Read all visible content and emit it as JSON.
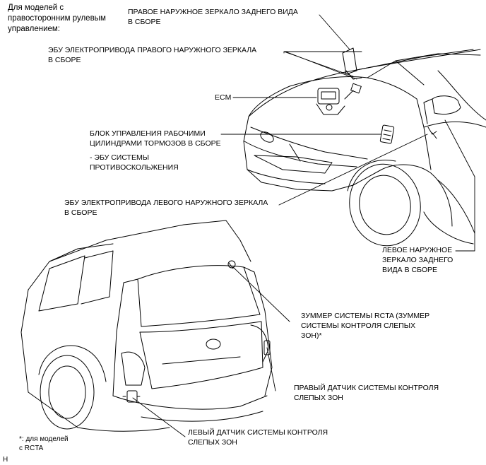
{
  "note": "Для моделей с\nправосторонним рулевым\nуправлением:",
  "labels": {
    "right_mirror": "ПРАВОЕ НАРУЖНОЕ ЗЕРКАЛО ЗАДНЕГО ВИДА\nВ СБОРЕ",
    "right_mirror_ecu": "ЭБУ ЭЛЕКТРОПРИВОДА ПРАВОГО НАРУЖНОГО ЗЕРКАЛА\nВ СБОРЕ",
    "ecm": "ECM",
    "brake_block": "БЛОК УПРАВЛЕНИЯ РАБОЧИМИ\nЦИЛИНДРАМИ ТОРМОЗОВ В СБОРЕ",
    "skid_ecu": "- ЭБУ СИСТЕМЫ\nПРОТИВОСКОЛЬЖЕНИЯ",
    "left_mirror_ecu": "ЭБУ ЭЛЕКТРОПРИВОДА ЛЕВОГО НАРУЖНОГО ЗЕРКАЛА\nВ СБОРЕ",
    "left_mirror": "ЛЕВОЕ НАРУЖНОЕ\nЗЕРКАЛО ЗАДНЕГО\nВИДА В СБОРЕ",
    "buzzer": "ЗУММЕР СИСТЕМЫ RCTA (ЗУММЕР\nСИСТЕМЫ КОНТРОЛЯ СЛЕПЫХ\nЗОН)*",
    "right_sensor": "ПРАВЫЙ ДАТЧИК СИСТЕМЫ КОНТРОЛЯ\nСЛЕПЫХ ЗОН",
    "left_sensor": "ЛЕВЫЙ ДАТЧИК СИСТЕМЫ КОНТРОЛЯ\nСЛЕПЫХ ЗОН"
  },
  "footnote": "*: для моделей\nс RCTA",
  "corner_code": "H"
}
